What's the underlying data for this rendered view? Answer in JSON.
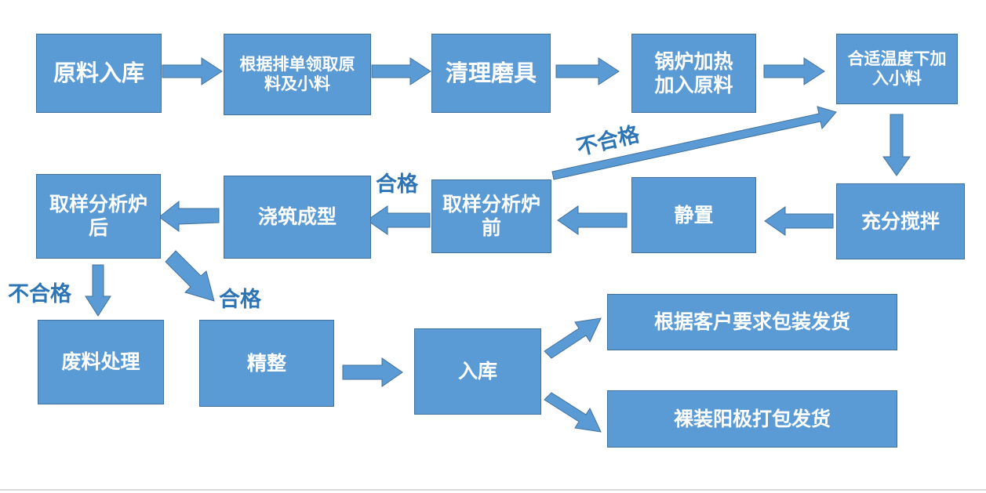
{
  "nodes": {
    "raw_storage": "原料入库",
    "pick_materials": "根据排单领取原料及小料",
    "clean_molds": "清理磨具",
    "boiler_heat": "锅炉加热加入原料",
    "add_minor": "合适温度下加入小料",
    "stir": "充分搅拌",
    "rest": "静置",
    "pre_furnace_sample": "取样分析炉前",
    "cast": "浇筑成型",
    "post_furnace_sample": "取样分析炉后",
    "waste": "废料处理",
    "finishing": "精整",
    "warehouse": "入库",
    "ship_custom": "根据客户要求包装发货",
    "ship_bare": "裸装阳极打包发货"
  },
  "labels": {
    "pass_1": "合格",
    "fail_1": "不合格",
    "fail_2": "不合格",
    "pass_2": "合格"
  },
  "colors": {
    "box_fill": "#5b9bd5",
    "box_border": "#41719c",
    "label_text": "#2e75b6"
  }
}
